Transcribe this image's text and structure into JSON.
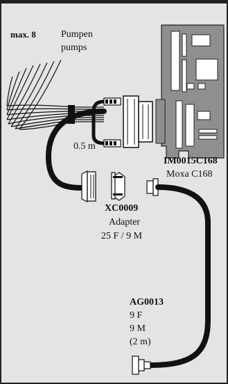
{
  "labels": {
    "max": "max. 8",
    "pumps_de": "Pumpen",
    "pumps_en": "pumps",
    "length": "0.5 m",
    "card_code": "IM0015C168",
    "card_name": "Moxa C168",
    "adapter_code": "XC0009",
    "adapter_word": "Adapter",
    "adapter_spec": "25 F / 9 M",
    "cable_code": "AG0013",
    "cable_f": "9 F",
    "cable_m": "9 M",
    "cable_len": "(2 m)"
  },
  "colors": {
    "frame_bg": "#e4e4e4",
    "card_gray": "#8f8f8f",
    "cable_black": "#111111"
  }
}
